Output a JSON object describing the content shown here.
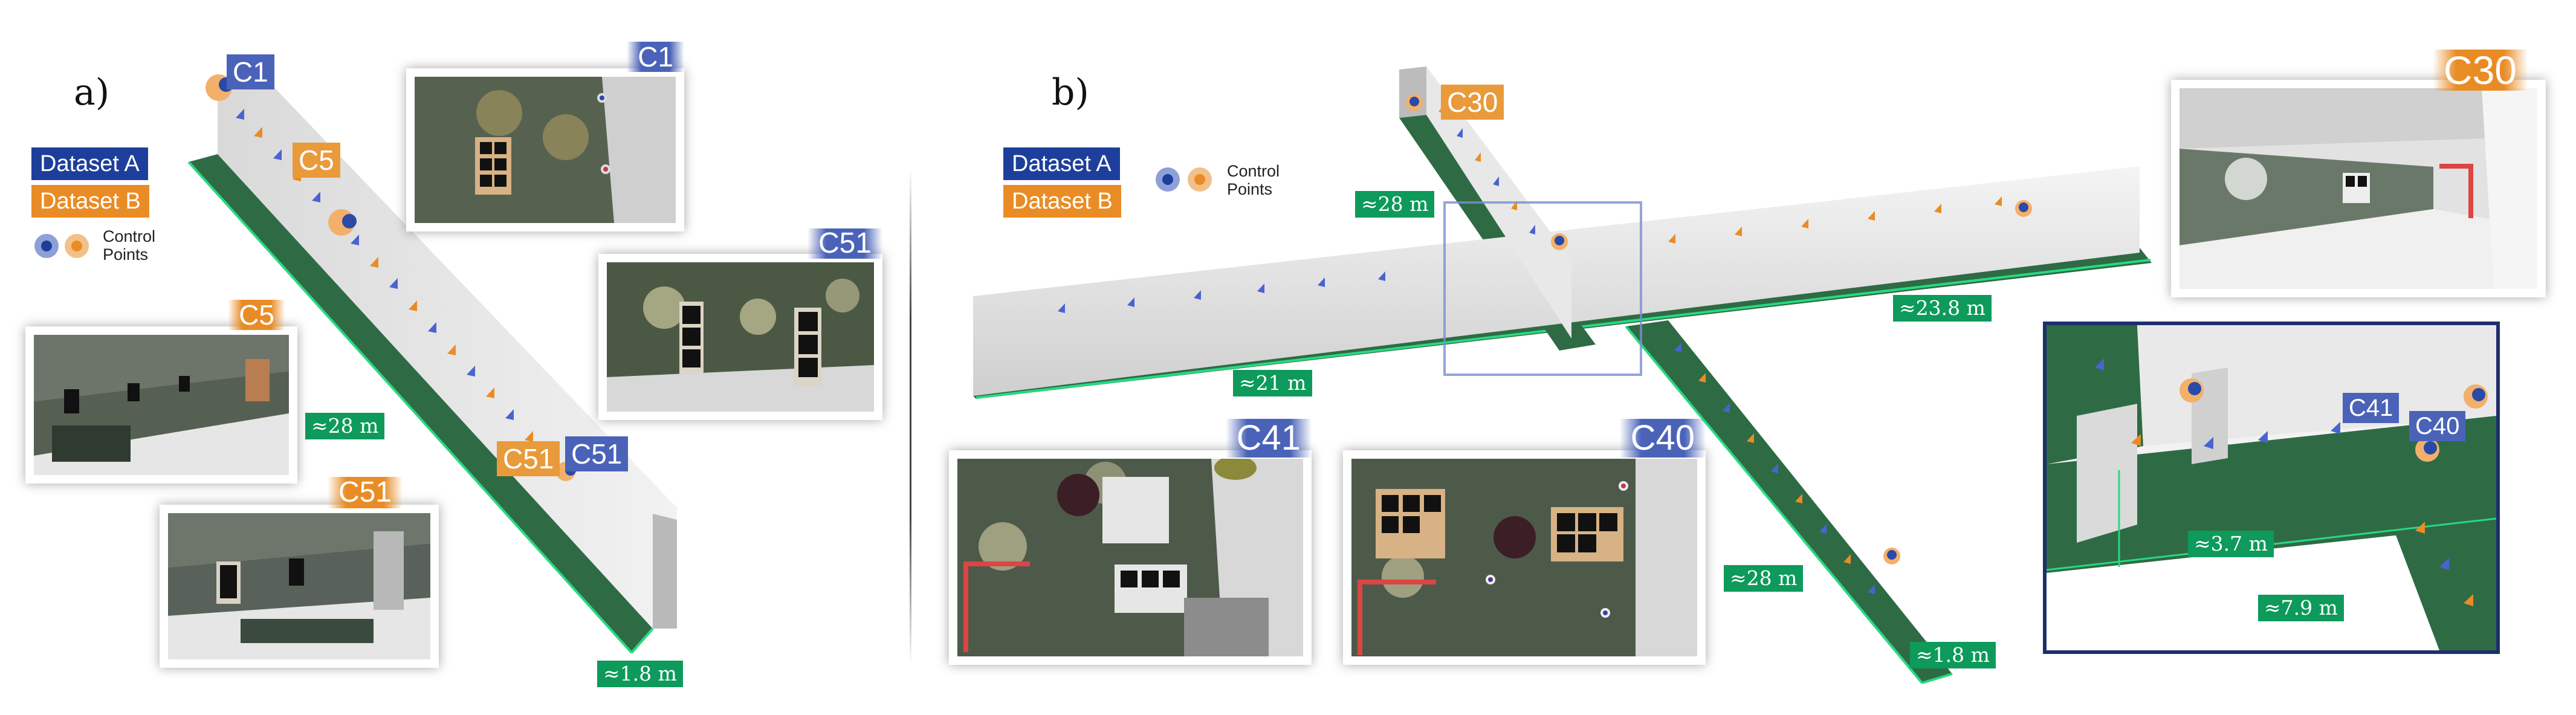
{
  "panel_a": {
    "letter": "a)",
    "legend": {
      "dataset_a": "Dataset A",
      "dataset_b": "Dataset B",
      "control_points_line1": "Control",
      "control_points_line2": "Points"
    },
    "scene_labels": {
      "c1": "C1",
      "c5": "C5",
      "c51_orange": "C51",
      "c51_blue": "C51"
    },
    "photos": {
      "top_c1": "C1",
      "right_c51": "C51",
      "left_c5": "C5",
      "bottom_c51": "C51"
    },
    "measurements": {
      "length": "≈28 m",
      "width": "≈1.8 m"
    }
  },
  "panel_b": {
    "letter": "b)",
    "legend": {
      "dataset_a": "Dataset A",
      "dataset_b": "Dataset B",
      "control_points_line1": "Control",
      "control_points_line2": "Points"
    },
    "scene_labels": {
      "c30": "C30"
    },
    "photos": {
      "c41": "C41",
      "c40": "C40",
      "c30": "C30"
    },
    "measurements": {
      "top": "≈28 m",
      "left": "≈21 m",
      "right": "≈23.8 m",
      "diag": "≈28 m",
      "end": "≈1.8 m"
    },
    "inset": {
      "c41": "C41",
      "c40": "C40",
      "m1": "≈3.7 m",
      "m2": "≈7.9 m"
    }
  },
  "colors": {
    "dataset_a": "#1d3f9b",
    "dataset_b": "#e98c25",
    "floor": "#2e6b45",
    "measure": "#0d9a5b",
    "inset_border": "#1d2f6b"
  }
}
